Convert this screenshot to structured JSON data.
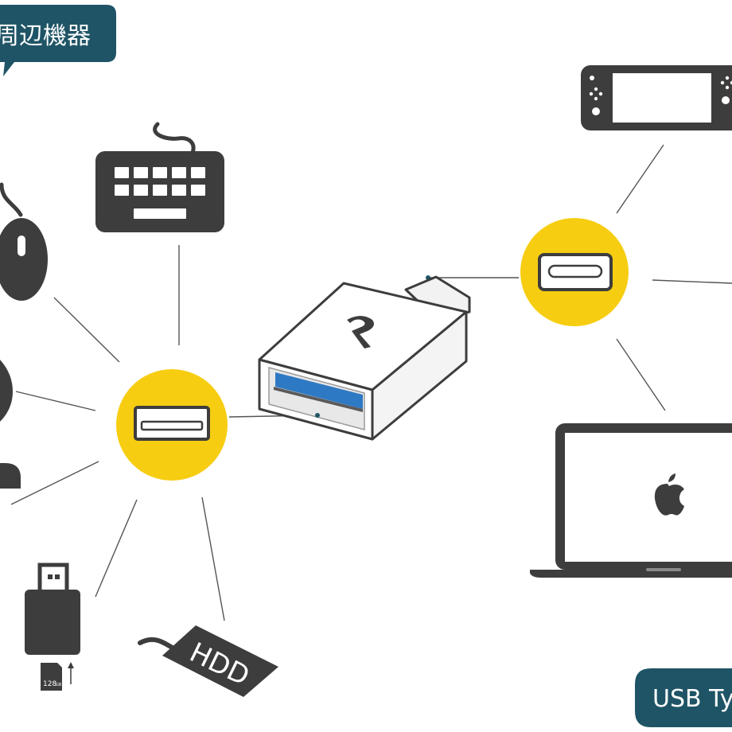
{
  "labels": {
    "peripherals": "周辺機器",
    "usb_type": "USB Ty",
    "hdd": "HDD",
    "sd_capacity": "128",
    "sd_unit": "GB"
  },
  "colors": {
    "icon_dark": "#3d3d3d",
    "accent_yellow": "#f7cd12",
    "label_teal": "#1f5466",
    "usb_blue": "#2e79c3",
    "line": "#555555"
  }
}
